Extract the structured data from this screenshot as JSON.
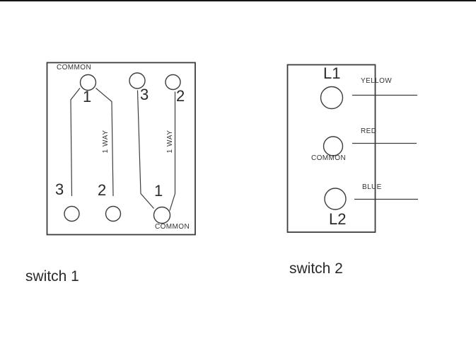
{
  "page": {
    "background": "#ffffff",
    "top_border_color": "#151515",
    "line_color": "#3d3d3d",
    "text_color": "#2a2a2a"
  },
  "switch1": {
    "caption": "switch 1",
    "top_row": {
      "common_label": "COMMON",
      "common_terminal_number": "1",
      "terminal_3": "3",
      "terminal_2": "2"
    },
    "bottom_row": {
      "terminal_3": "3",
      "terminal_2": "2",
      "common_terminal_number": "1",
      "common_label": "COMMON"
    },
    "way_labels": {
      "left": "1 WAY",
      "right": "1 WAY"
    }
  },
  "switch2": {
    "caption": "switch 2",
    "terminal_l1": "L1",
    "terminal_common": "COMMON",
    "terminal_l2": "L2",
    "wire_yellow": "YELLOW",
    "wire_red": "RED",
    "wire_blue": "BLUE"
  }
}
